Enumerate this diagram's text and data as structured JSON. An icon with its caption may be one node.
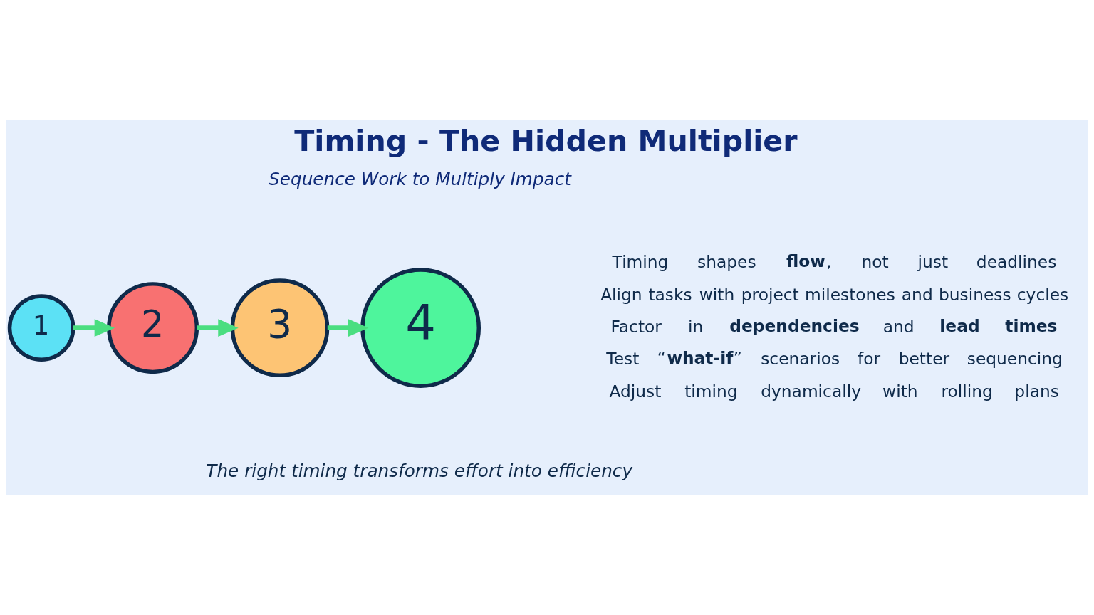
{
  "diagram": {
    "title": "Timing - The Hidden Multiplier",
    "caption": "The right timing transforms effort into efficiency",
    "nodes": [
      {
        "text": [
          "1"
        ]
      },
      {
        "text": [
          "2"
        ]
      },
      {
        "text": [
          "3"
        ]
      },
      {
        "text": [
          "4"
        ]
      }
    ],
    "edges": [
      {
        "from": 0,
        "to": 1,
        "arrow": "to"
      },
      {
        "from": 1,
        "to": 2,
        "arrow": "to"
      },
      {
        "from": 2,
        "to": 3,
        "arrow": "to"
      }
    ],
    "labels": [
      "Sequence Work to Multiply Impact",
      "Timing shapes **flow**, not just deadlines",
      "Align tasks with project milestones and business cycles",
      "Factor in **dependencies** and **lead times**",
      "Test “**what-if**” scenarios for better sequencing",
      "Adjust timing dynamically with rolling plans"
    ]
  }
}
